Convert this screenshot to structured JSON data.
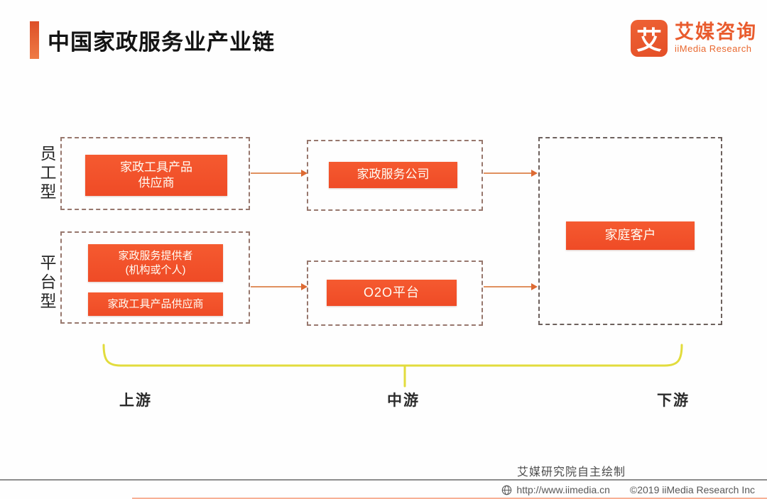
{
  "title": "中国家政服务业产业链",
  "logo": {
    "mark": "艾",
    "name_cn": "艾媒咨询",
    "name_en": "iiMedia Research"
  },
  "diagram": {
    "row_labels": {
      "employee": "员工型",
      "platform": "平台型"
    },
    "nodes": {
      "tool_supplier_line1": "家政工具产品",
      "tool_supplier_line2": "供应商",
      "service_company": "家政服务公司",
      "provider_line1": "家政服务提供者",
      "provider_line2": "(机构或个人)",
      "tool_supplier_platform": "家政工具产品供应商",
      "o2o_platform": "O2O平台",
      "household_customer": "家庭客户"
    },
    "stages": {
      "upstream": "上游",
      "midstream": "中游",
      "downstream": "下游"
    }
  },
  "source_note": "艾媒研究院自主绘制",
  "footer": {
    "url": "http://www.iimedia.cn",
    "copyright": "©2019  iiMedia Research  Inc"
  },
  "colors": {
    "node_orange": "#f0502a",
    "logo_orange": "#e95b2d",
    "brace_yellow": "#e2dc3d",
    "dash_border": "#97776d",
    "arrow_orange": "#e0905f"
  }
}
